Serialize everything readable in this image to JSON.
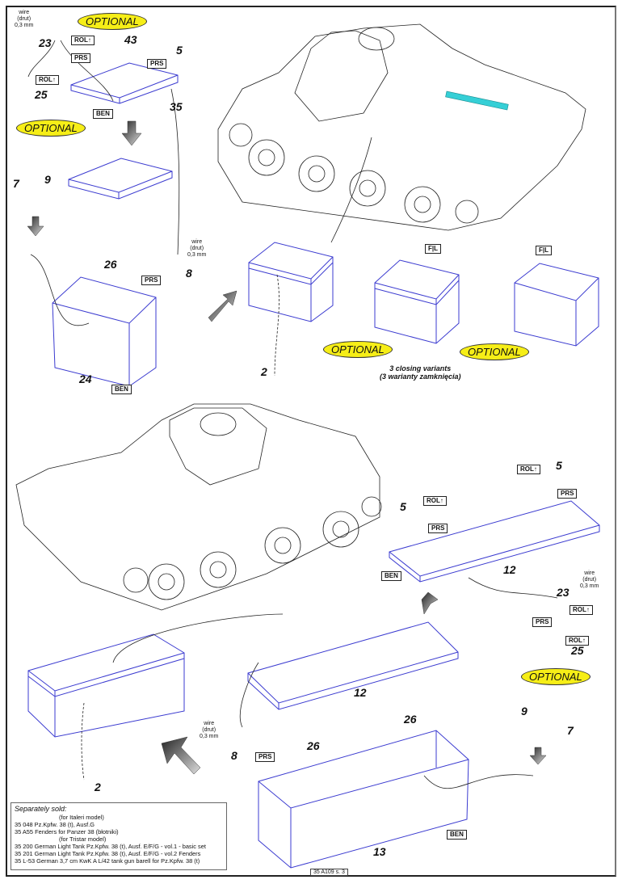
{
  "sheet": {
    "page_code": "35 A109 s. 3",
    "colors": {
      "part_outline": "#3b3bd0",
      "optional_fill": "#f6ee17",
      "barrel_highlight": "#35cfd6",
      "arrow_green": "#2a9a2a"
    }
  },
  "wire_note": {
    "l1": "wire",
    "l2": "(drut)",
    "l3": "0,3 mm"
  },
  "tags": {
    "rol": "ROL↑",
    "prs": "PRS",
    "ben": "BEN",
    "fl": "F|L"
  },
  "optional_label": "OPTIONAL",
  "part_numbers": {
    "p23a": "23",
    "p43": "43",
    "p5a": "5",
    "p25a": "25",
    "p35": "35",
    "p7a": "7",
    "p9a": "9",
    "p26a": "26",
    "p8a": "8",
    "p24": "24",
    "p2a": "2",
    "p5b": "5",
    "p5c": "5",
    "p12a": "12",
    "p23b": "23",
    "p25b": "25",
    "p9b": "9",
    "p7b": "7",
    "p12b": "12",
    "p26b": "26",
    "p26c": "26",
    "p8b": "8",
    "p13": "13",
    "p2b": "2"
  },
  "closing_variants": {
    "en": "3 closing variants",
    "pl": "(3 warianty zamknięcia)"
  },
  "separately_sold": {
    "heading": "Separately sold:",
    "lines": [
      {
        "text": "(for Italeri model)",
        "indent": true
      },
      {
        "text": "35 048  Pz.Kpfw. 38 (t), Ausf.G",
        "indent": false
      },
      {
        "text": "35 A55  Fenders for Panzer 38 (błotniki)",
        "indent": false
      },
      {
        "text": "(for Tristar model)",
        "indent": true
      },
      {
        "text": "35 200 German Light Tank Pz.Kpfw. 38 (t), Ausf. E/F/G - vol.1 - basic set",
        "indent": false
      },
      {
        "text": "35 201 German Light Tank Pz.Kpfw. 38 (t), Ausf. E/F/G - vol.2 Fenders",
        "indent": false
      },
      {
        "text": "35 L-53 German 3,7 cm KwK A L/42 tank gun barell for Pz.Kpfw. 38 (t)",
        "indent": false
      }
    ]
  }
}
